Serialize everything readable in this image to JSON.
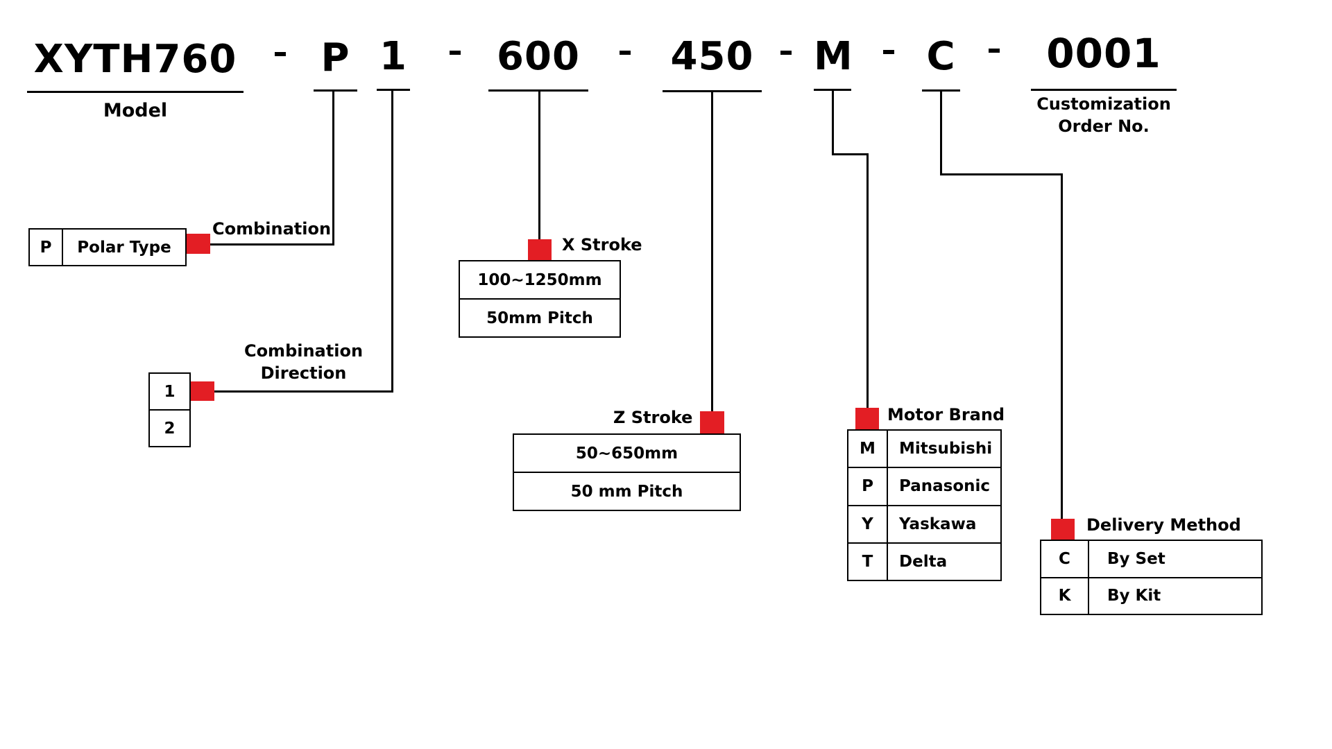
{
  "header": {
    "model_code": "XYTH760",
    "model_label": "Model",
    "separator": "-",
    "segments": {
      "combination": "P",
      "direction": "1",
      "x_stroke": "600",
      "z_stroke": "450",
      "motor": "M",
      "delivery": "C",
      "order_no": "0001"
    },
    "order_no_label_line1": "Customization",
    "order_no_label_line2": "Order No."
  },
  "combination": {
    "title": "Combination",
    "options": [
      {
        "key": "P",
        "value": "Polar Type"
      }
    ]
  },
  "direction": {
    "title_line1": "Combination",
    "title_line2": "Direction",
    "options": [
      {
        "key": "1"
      },
      {
        "key": "2"
      }
    ]
  },
  "x_stroke": {
    "title": "X Stroke",
    "rows": [
      "100~1250mm",
      "50mm Pitch"
    ]
  },
  "z_stroke": {
    "title": "Z Stroke",
    "rows": [
      "50~650mm",
      "50 mm Pitch"
    ]
  },
  "motor_brand": {
    "title": "Motor Brand",
    "options": [
      {
        "key": "M",
        "value": "Mitsubishi"
      },
      {
        "key": "P",
        "value": "Panasonic"
      },
      {
        "key": "Y",
        "value": "Yaskawa"
      },
      {
        "key": "T",
        "value": "Delta"
      }
    ]
  },
  "delivery_method": {
    "title": "Delivery Method",
    "options": [
      {
        "key": "C",
        "value": "By Set"
      },
      {
        "key": "K",
        "value": "By Kit"
      }
    ]
  },
  "colors": {
    "accent": "#e31e24",
    "line": "#000000",
    "background": "#ffffff"
  }
}
